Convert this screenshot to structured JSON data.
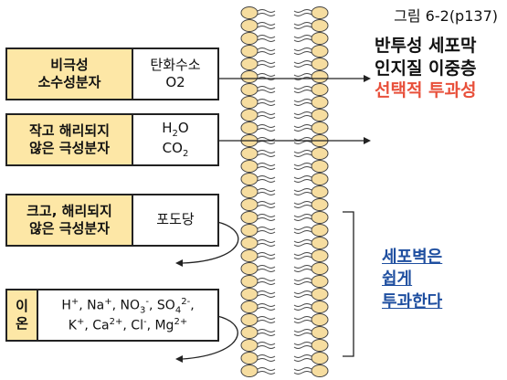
{
  "caption": "그림 6-2(p137)",
  "right_labels": {
    "line1": "반투성 세포막",
    "line2": "인지질 이중층",
    "line3": "선택적 투과성"
  },
  "right_note": {
    "line1": "세포벽은",
    "line2": "쉽게",
    "line3": "투과한다"
  },
  "rows": [
    {
      "label1": "비극성",
      "label2": "소수성분자",
      "value1": "탄화수소",
      "value2": "O2"
    },
    {
      "label1": "작고 해리되지",
      "label2": "않은 극성분자",
      "value1": "H2O",
      "value2": "CO2"
    },
    {
      "label1": "크고, 해리되지",
      "label2": "않은 극성분자",
      "value1": "포도당",
      "value2": ""
    },
    {
      "label1": "이",
      "label2": "온",
      "value1": "H+, Na+, NO3-, SO42-,",
      "value2": "K+, Ca2+, Cl-, Mg2+"
    }
  ],
  "colors": {
    "label_bg": "#fde7a6",
    "accent_red": "#e8503b",
    "accent_blue": "#1f4fa0",
    "lipid_head": "#f6dda0"
  }
}
